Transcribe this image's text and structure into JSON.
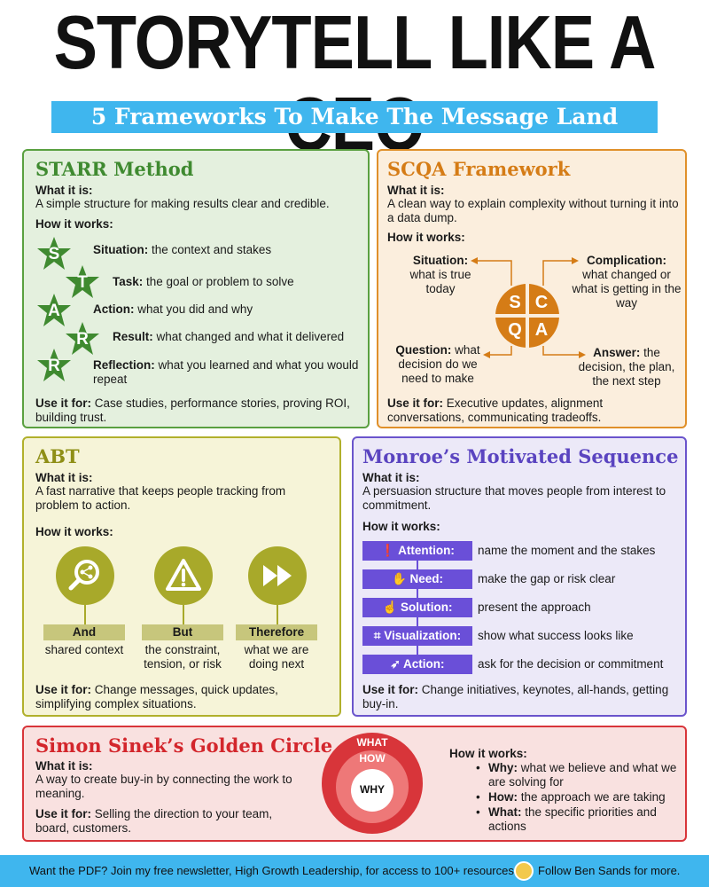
{
  "header": {
    "title": "STORYTELL LIKE A CEO",
    "subtitle": "5 Frameworks To Make The Message Land"
  },
  "labels": {
    "what_it_is": "What it is:",
    "how_it_works": "How it works:",
    "use_it_for": "Use it for:"
  },
  "starr": {
    "title": "STARR Method",
    "what": "A simple structure for making results clear and credible.",
    "items": [
      {
        "letter": "S",
        "name": "Situation:",
        "desc": " the context and stakes"
      },
      {
        "letter": "T",
        "name": "Task:",
        "desc": " the goal or problem to solve"
      },
      {
        "letter": "A",
        "name": "Action:",
        "desc": " what you did and why"
      },
      {
        "letter": "R",
        "name": "Result:",
        "desc": " what changed and what it delivered"
      },
      {
        "letter": "R",
        "name": "Reflection:",
        "desc": " what you learned and what you would repeat"
      }
    ],
    "use": "Case studies, performance stories, proving ROI, building trust."
  },
  "scqa": {
    "title": "SCQA Framework",
    "what": "A clean way to explain complexity without turning it into a data dump.",
    "letters": [
      "S",
      "C",
      "Q",
      "A"
    ],
    "situation": {
      "name": "Situation:",
      "desc": "what is true today"
    },
    "complication": {
      "name": "Complication:",
      "desc": "what changed or what is getting in the way"
    },
    "question": {
      "name": "Question:",
      "desc": " what decision do we need to make"
    },
    "answer": {
      "name": "Answer:",
      "desc": " the decision, the plan, the next step"
    },
    "use": "Executive updates, alignment conversations, communicating tradeoffs."
  },
  "abt": {
    "title": "ABT",
    "what": "A fast narrative that keeps people tracking from problem to action.",
    "items": [
      {
        "icon": "share-search-icon",
        "tag": "And",
        "desc": "shared context"
      },
      {
        "icon": "warning-icon",
        "tag": "But",
        "desc": "the constraint, tension, or risk"
      },
      {
        "icon": "fast-forward-icon",
        "tag": "Therefore",
        "desc": "what we are doing next"
      }
    ],
    "use": "Change messages, quick updates, simplifying complex situations."
  },
  "monroe": {
    "title": "Monroe’s Motivated Sequence",
    "what": "A persuasion structure that moves people from interest to commitment.",
    "steps": [
      {
        "icon": "info-icon",
        "glyph": "❗",
        "name": "Attention:",
        "desc": "name the moment and the stakes"
      },
      {
        "icon": "hand-icon",
        "glyph": "✋",
        "name": "Need:",
        "desc": "make the gap or risk clear"
      },
      {
        "icon": "helping-hand-icon",
        "glyph": "☝",
        "name": "Solution:",
        "desc": "present the approach"
      },
      {
        "icon": "focus-icon",
        "glyph": "⌗",
        "name": "Visualization:",
        "desc": "show what success looks like"
      },
      {
        "icon": "running-icon",
        "glyph": "➶",
        "name": "Action:",
        "desc": "ask for the decision or commitment"
      }
    ],
    "use": "Change initiatives, keynotes, all-hands, getting buy-in."
  },
  "golden": {
    "title": "Simon Sinek’s Golden Circle",
    "what": "A way to create buy-in by connecting the work to meaning.",
    "use": "Selling the direction to your team, board, customers.",
    "rings": [
      "WHAT",
      "HOW",
      "WHY"
    ],
    "bullets": [
      {
        "name": "Why:",
        "desc": " what we believe and what we are solving for"
      },
      {
        "name": "How:",
        "desc": " the approach we are taking"
      },
      {
        "name": "What:",
        "desc": " the specific priorities and actions"
      }
    ]
  },
  "footer": {
    "left": "Want the PDF? Join my free newsletter, High Growth Leadership, for access to 100+ resources",
    "right": "Follow Ben Sands for more."
  },
  "colors": {
    "blue": "#3fb6ee",
    "green": "#5aa040",
    "orange": "#e0902a",
    "olive": "#a8a92a",
    "purple": "#6a4fd8",
    "red": "#d8353a"
  }
}
